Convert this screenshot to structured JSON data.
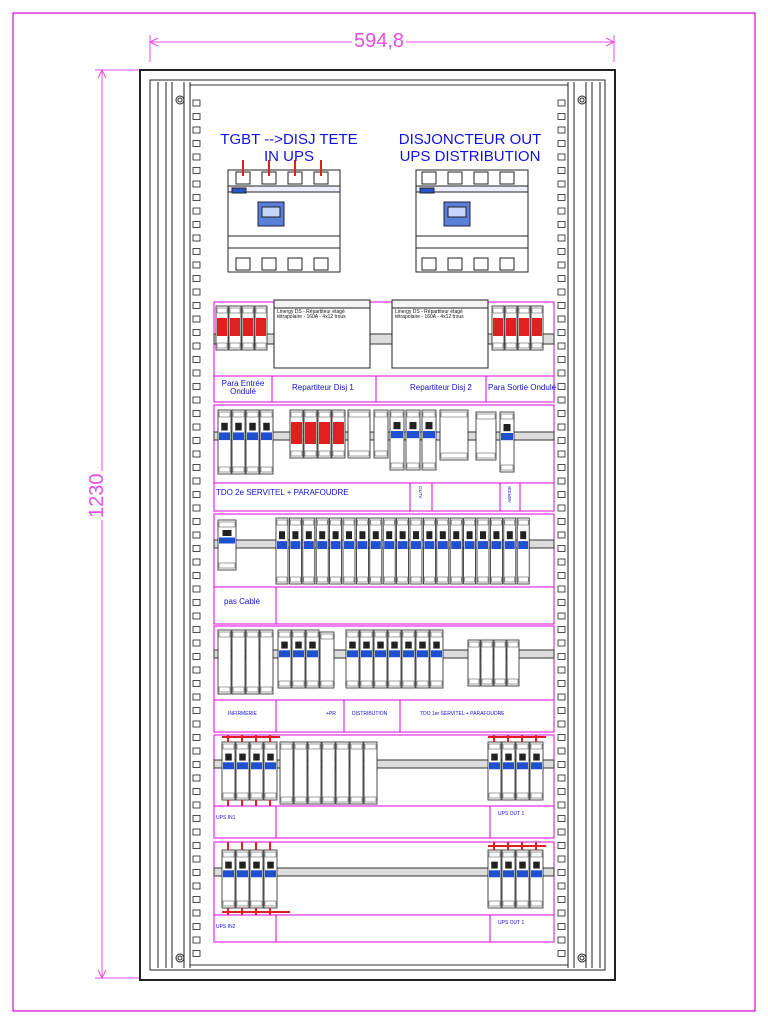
{
  "dimensions": {
    "width_label": "594,8",
    "height_label": "1230"
  },
  "breakers": {
    "left_title": "TGBT -->DISJ TETE IN UPS",
    "right_title": "DISJONCTEUR OUT UPS DISTRIBUTION"
  },
  "row2": {
    "left_label": "Para Entrée Ondulé",
    "rep1_label": "Repartiteur Disj 1",
    "rep2_label": "Repartiteur Disj 2",
    "right_label": "Para Sortie Ondulé",
    "block_brand": "Linergy DS - Répartiteur étagé tétrapolaire - 160A - 4x12 trous"
  },
  "row3": {
    "label": "TDO 2e SERVITEL + PARAFOUDRE",
    "vert1": "AUTO",
    "vert2": "ABRIDE"
  },
  "row4": {
    "label": "pas Cablé"
  },
  "row5": {
    "label1": "INFIRMERIE",
    "label2": "+PR",
    "label3": "DISTRIBUTION",
    "label4": "TDO 1er SERVITEL + PARAFOUDRE"
  },
  "row6": {
    "left_label": "UPS IN1",
    "right_label": "UPS OUT 1"
  },
  "row7": {
    "left_label": "UPS IN2",
    "right_label": "UPS OUT 1"
  },
  "colors": {
    "dimension": "#e64ee6",
    "magenta_grid": "#e000e0",
    "text_blue": "#1212e0",
    "breaker_red": "#e02020",
    "module_blue": "#2050d0"
  }
}
